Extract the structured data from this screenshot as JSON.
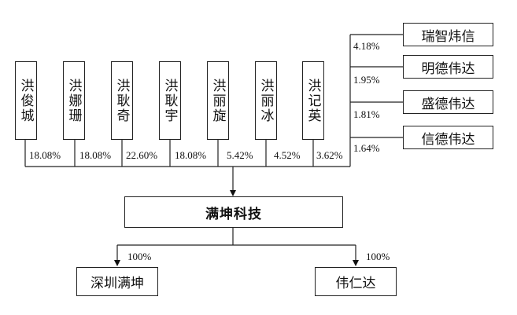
{
  "shareholders": [
    {
      "name": "洪俊城",
      "pct": "18.08%"
    },
    {
      "name": "洪娜珊",
      "pct": "18.08%"
    },
    {
      "name": "洪耿奇",
      "pct": "22.60%"
    },
    {
      "name": "洪耿宇",
      "pct": "18.08%"
    },
    {
      "name": "洪丽旋",
      "pct": "5.42%"
    },
    {
      "name": "洪丽冰",
      "pct": "4.52%"
    },
    {
      "name": "洪记英",
      "pct": "3.62%"
    }
  ],
  "platforms": [
    {
      "name": "瑞智炜信",
      "pct": "4.18%"
    },
    {
      "name": "明德伟达",
      "pct": "1.95%"
    },
    {
      "name": "盛德伟达",
      "pct": "1.81%"
    },
    {
      "name": "信德伟达",
      "pct": "1.64%"
    }
  ],
  "company": "满坤科技",
  "subsidiaries": [
    {
      "name": "深圳满坤",
      "pct": "100%"
    },
    {
      "name": "伟仁达",
      "pct": "100%"
    }
  ]
}
